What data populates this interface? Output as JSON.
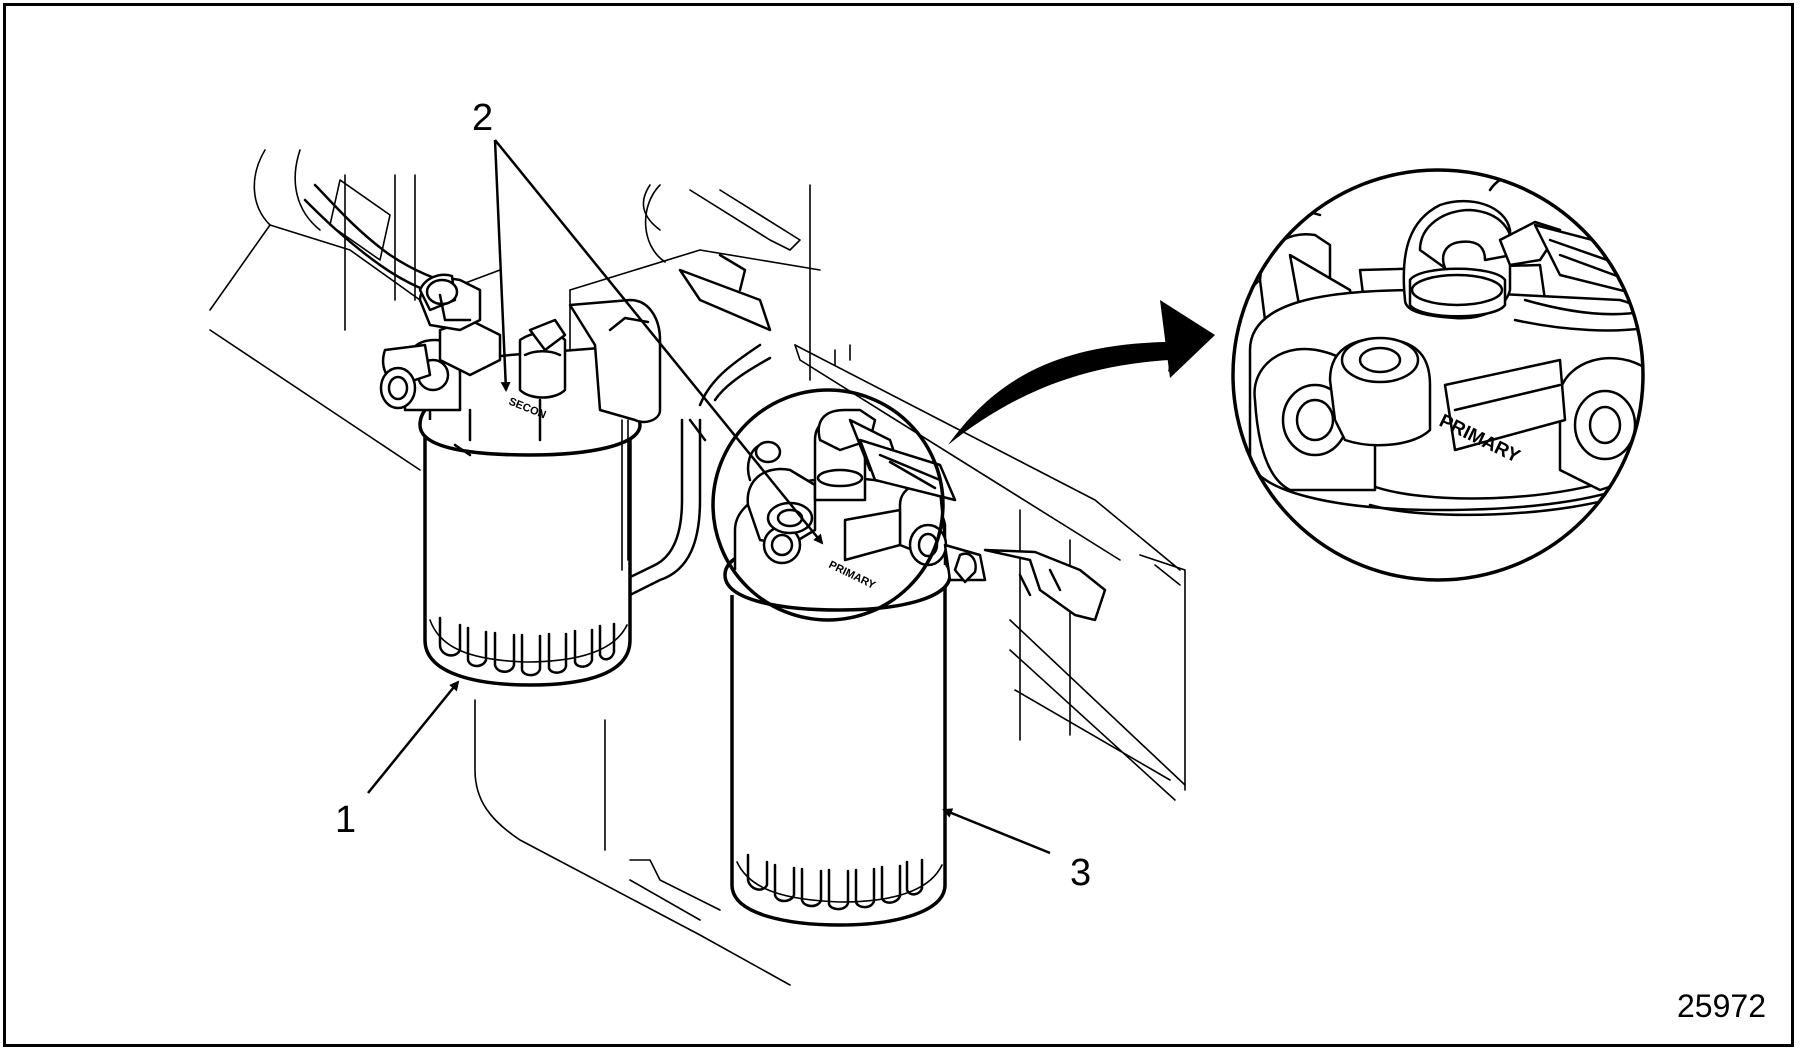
{
  "figure": {
    "figure_number": "25972",
    "callouts": [
      {
        "id": "1",
        "label": "1"
      },
      {
        "id": "2",
        "label": "2"
      },
      {
        "id": "3",
        "label": "3"
      }
    ],
    "primary_marking": "PRIMARY",
    "secondary_marking": "SECON",
    "stroke_color": "#000000",
    "background_color": "#ffffff"
  }
}
